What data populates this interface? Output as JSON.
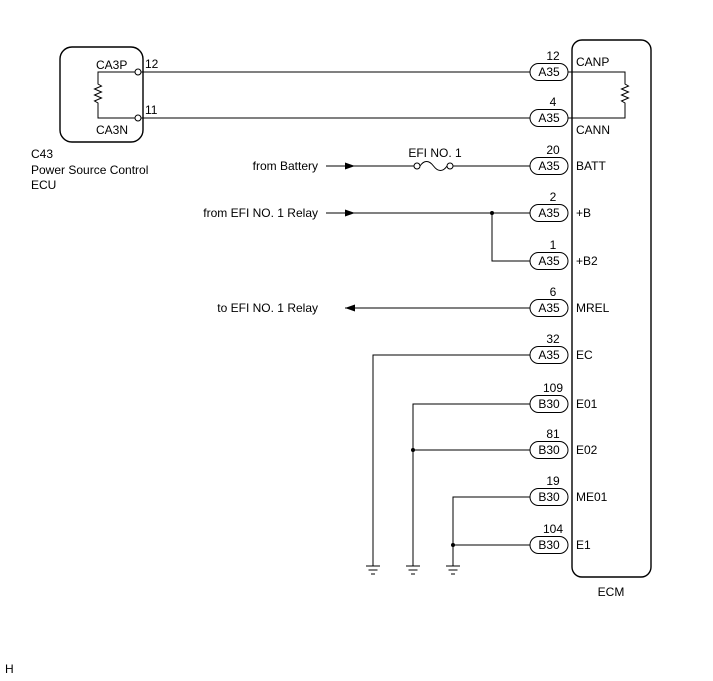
{
  "power_source_ecu": {
    "code": "C43",
    "name_line1": "Power Source Control",
    "name_line2": "ECU",
    "terminals": [
      {
        "name": "CA3P",
        "pin": "12"
      },
      {
        "name": "CA3N",
        "pin": "11"
      }
    ]
  },
  "ecm": {
    "label": "ECM",
    "terminals": [
      {
        "pin": "12",
        "connector": "A35",
        "name": "CANP"
      },
      {
        "pin": "4",
        "connector": "A35",
        "name": "CANN"
      },
      {
        "pin": "20",
        "connector": "A35",
        "name": "BATT"
      },
      {
        "pin": "2",
        "connector": "A35",
        "name": "+B"
      },
      {
        "pin": "1",
        "connector": "A35",
        "name": "+B2"
      },
      {
        "pin": "6",
        "connector": "A35",
        "name": "MREL"
      },
      {
        "pin": "32",
        "connector": "A35",
        "name": "EC"
      },
      {
        "pin": "109",
        "connector": "B30",
        "name": "E01"
      },
      {
        "pin": "81",
        "connector": "B30",
        "name": "E02"
      },
      {
        "pin": "19",
        "connector": "B30",
        "name": "ME01"
      },
      {
        "pin": "104",
        "connector": "B30",
        "name": "E1"
      }
    ]
  },
  "signals": {
    "from_battery": "from Battery",
    "from_efi_relay": "from EFI NO. 1 Relay",
    "to_efi_relay": "to EFI NO. 1 Relay"
  },
  "fuse": {
    "label": "EFI NO. 1"
  },
  "figure_code": "H"
}
